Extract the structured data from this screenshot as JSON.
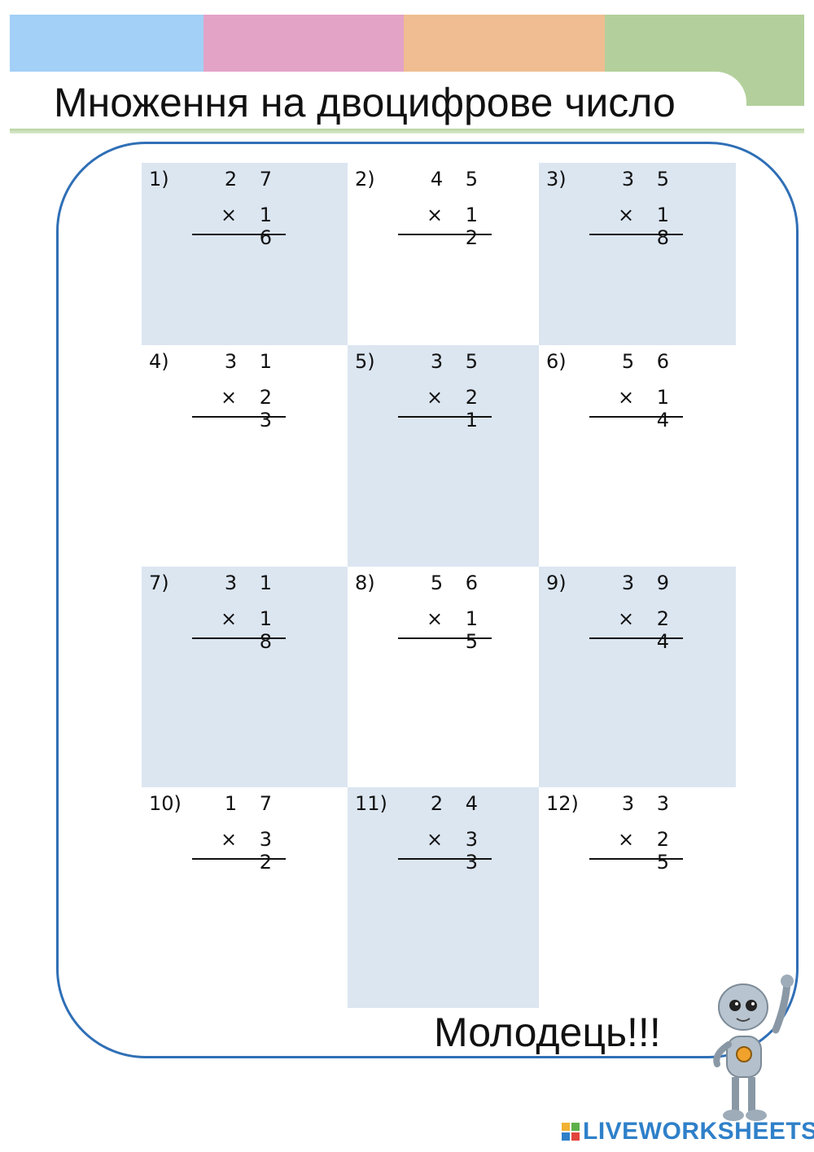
{
  "title": "Множення на двоцифрове число",
  "accent_colors": {
    "bar_blue": "#a3d0f6",
    "bar_pink": "#e3a3c7",
    "bar_orange": "#efbd91",
    "bar_green": "#b3d09c",
    "frame_border": "#2f6fb6",
    "cell_shade": "#dce6f1"
  },
  "problems": [
    {
      "label": "1)",
      "top": "2 7",
      "bottom": "× 1 6",
      "shaded": true
    },
    {
      "label": "2)",
      "top": "4 5",
      "bottom": "× 1 2",
      "shaded": false
    },
    {
      "label": "3)",
      "top": "3 5",
      "bottom": "× 1 8",
      "shaded": true
    },
    {
      "label": "4)",
      "top": "3 1",
      "bottom": "× 2 3",
      "shaded": false
    },
    {
      "label": "5)",
      "top": "3 5",
      "bottom": "× 2 1",
      "shaded": true
    },
    {
      "label": "6)",
      "top": "5 6",
      "bottom": "× 1 4",
      "shaded": false
    },
    {
      "label": "7)",
      "top": "3 1",
      "bottom": "× 1 8",
      "shaded": true
    },
    {
      "label": "8)",
      "top": "5 6",
      "bottom": "× 1 5",
      "shaded": false
    },
    {
      "label": "9)",
      "top": "3 9",
      "bottom": "× 2 4",
      "shaded": true
    },
    {
      "label": "10)",
      "top": "1 7",
      "bottom": "× 3 2",
      "shaded": false
    },
    {
      "label": "11)",
      "top": "2 4",
      "bottom": "× 3 3",
      "shaded": true
    },
    {
      "label": "12)",
      "top": "3 3",
      "bottom": "× 2 5",
      "shaded": false
    }
  ],
  "praise": "Молодець!!!",
  "robot_icon": "robot-waving-icon",
  "brand": "LIVEWORKSHEETS"
}
